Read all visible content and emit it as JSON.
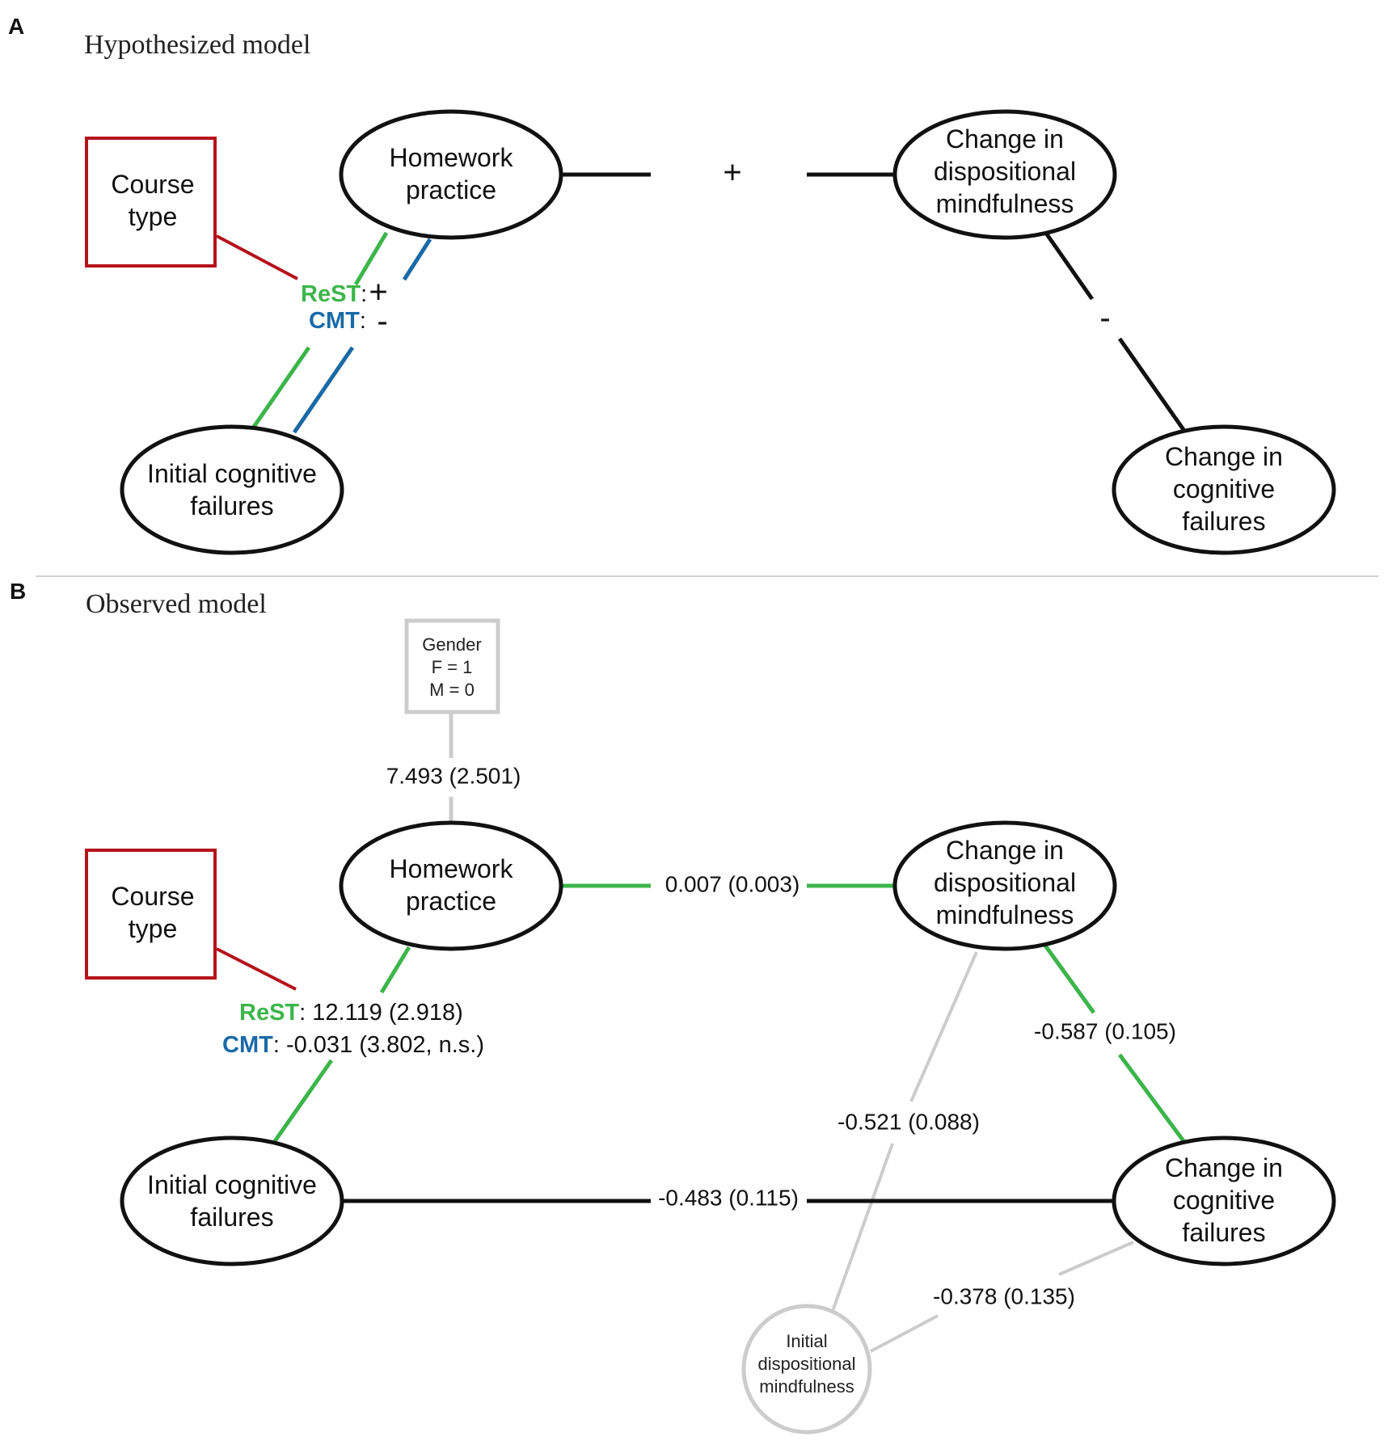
{
  "colors": {
    "black": "#111111",
    "green": "#3cb54a",
    "blue": "#1a6aa6",
    "red": "#b5121b",
    "gray": "#cccccc",
    "divider": "#d0d0d0"
  },
  "panelA": {
    "letter": "A",
    "title": "Hypothesized model",
    "nodes": {
      "course_type": [
        "Course",
        "type"
      ],
      "homework": [
        "Homework",
        "practice"
      ],
      "change_mind": [
        "Change in",
        "dispositional",
        "mindfulness"
      ],
      "initial_cf": [
        "Initial cognitive",
        "failures"
      ],
      "change_cf": [
        "Change in",
        "cognitive",
        "failures"
      ]
    },
    "labels": {
      "homework_to_mind": "+",
      "mind_to_cf": "-",
      "rest_tag": "ReST",
      "rest_sep": ":",
      "rest_value": "+",
      "cmt_tag": "CMT",
      "cmt_sep": ":",
      "cmt_value": "-"
    }
  },
  "panelB": {
    "letter": "B",
    "title": "Observed model",
    "nodes": {
      "gender": [
        "Gender",
        "F = 1",
        "M = 0"
      ],
      "course_type": [
        "Course",
        "type"
      ],
      "homework": [
        "Homework",
        "practice"
      ],
      "change_mind": [
        "Change in",
        "dispositional",
        "mindfulness"
      ],
      "initial_cf": [
        "Initial cognitive",
        "failures"
      ],
      "change_cf": [
        "Change in",
        "cognitive",
        "failures"
      ],
      "initial_mind": [
        "Initial",
        "dispositional",
        "mindfulness"
      ]
    },
    "labels": {
      "gender_to_homework": "7.493 (2.501)",
      "homework_to_mind": "0.007 (0.003)",
      "mind_to_cf": "-0.587 (0.105)",
      "initial_mind_to_mind": "-0.521 (0.088)",
      "initial_cf_to_change_cf": "-0.483 (0.115)",
      "initial_mind_to_change_cf": "-0.378 (0.135)",
      "rest_tag": "ReST",
      "rest_value": ": 12.119 (2.918)",
      "cmt_tag": "CMT",
      "cmt_value": ": -0.031 (3.802, n.s.)"
    }
  }
}
